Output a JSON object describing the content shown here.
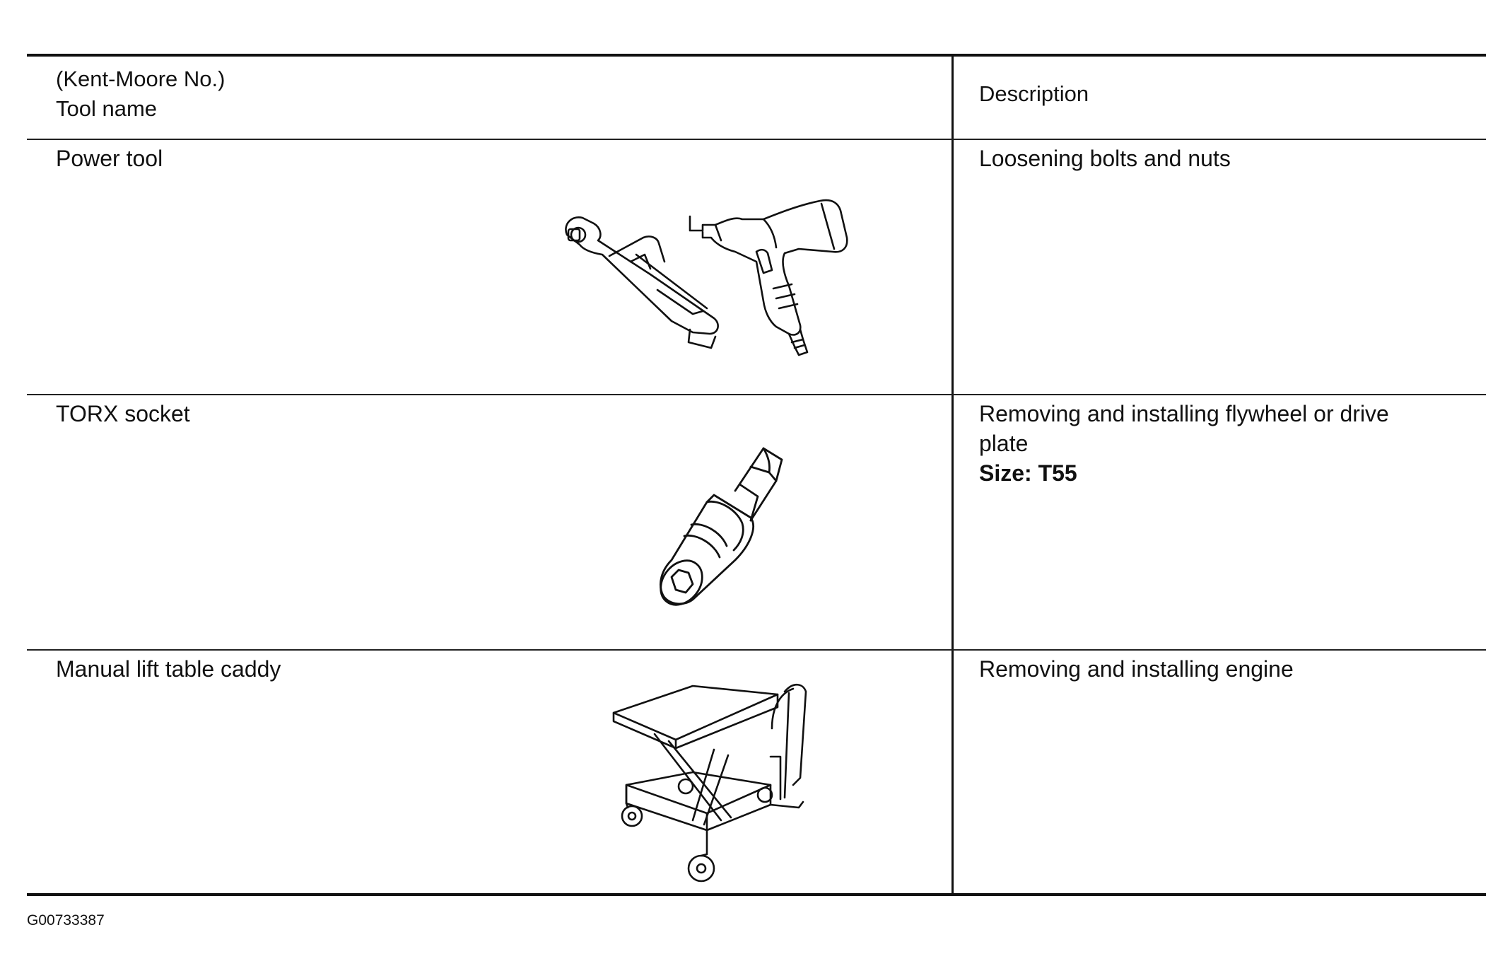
{
  "table": {
    "header": {
      "tool_col_line1": "(Kent-Moore No.)",
      "tool_col_line2": "Tool name",
      "desc_col": "Description"
    },
    "rows": [
      {
        "tool_name": "Power tool",
        "description": "Loosening bolts and nuts",
        "size": "",
        "illustration": "air-ratchet-and-impact-wrench"
      },
      {
        "tool_name": "TORX socket",
        "description": "Removing and installing flywheel or drive plate",
        "size": "Size: T55",
        "illustration": "torx-bit-socket"
      },
      {
        "tool_name": "Manual lift table caddy",
        "description": "Removing and installing engine",
        "size": "",
        "illustration": "scissor-lift-table-cart"
      }
    ]
  },
  "figure_id": "G00733387"
}
